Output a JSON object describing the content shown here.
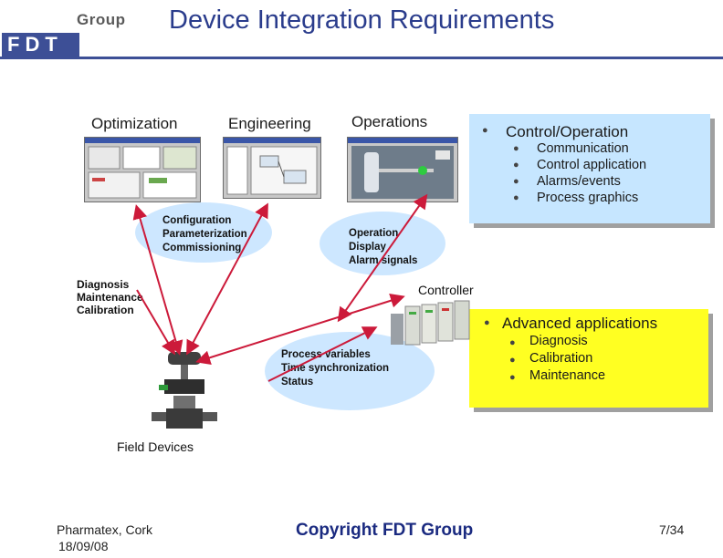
{
  "header": {
    "brand_group": "Group",
    "brand_fdt": "FDT",
    "title": "Device Integration Requirements"
  },
  "tiers": {
    "optimization": "Optimization",
    "engineering": "Engineering",
    "operations": "Operations"
  },
  "ellipses": {
    "engineering": [
      "Configuration",
      "Parameterization",
      "Commissioning"
    ],
    "operations": [
      "Operation",
      "Display",
      "Alarm signals"
    ],
    "process": [
      "Process variables",
      "Time synchronization",
      "Status"
    ]
  },
  "labels": {
    "diagnosis": [
      "Diagnosis",
      "Maintenance",
      "Calibration"
    ],
    "controller": "Controller",
    "field_devices": "Field Devices"
  },
  "panel_control": {
    "title": "Control/Operation",
    "items": [
      "Communication",
      "Control application",
      "Alarms/events",
      "Process graphics"
    ]
  },
  "panel_advanced": {
    "title": "Advanced applications",
    "items": [
      "Diagnosis",
      "Calibration",
      "Maintenance"
    ]
  },
  "footer": {
    "location": "Pharmatex, Cork",
    "date": "18/09/08",
    "copyright": "Copyright FDT Group",
    "page": "7/34"
  },
  "colors": {
    "brand_blue": "#3d4f96",
    "title_blue": "#2a3c8c",
    "panel_light_blue": "#c6e6ff",
    "panel_yellow": "#ffff22",
    "ellipse_blue": "#cde7ff",
    "arrow_red": "#cc1a3a"
  },
  "icons": {
    "bullet": "filled-circle-bullet"
  }
}
